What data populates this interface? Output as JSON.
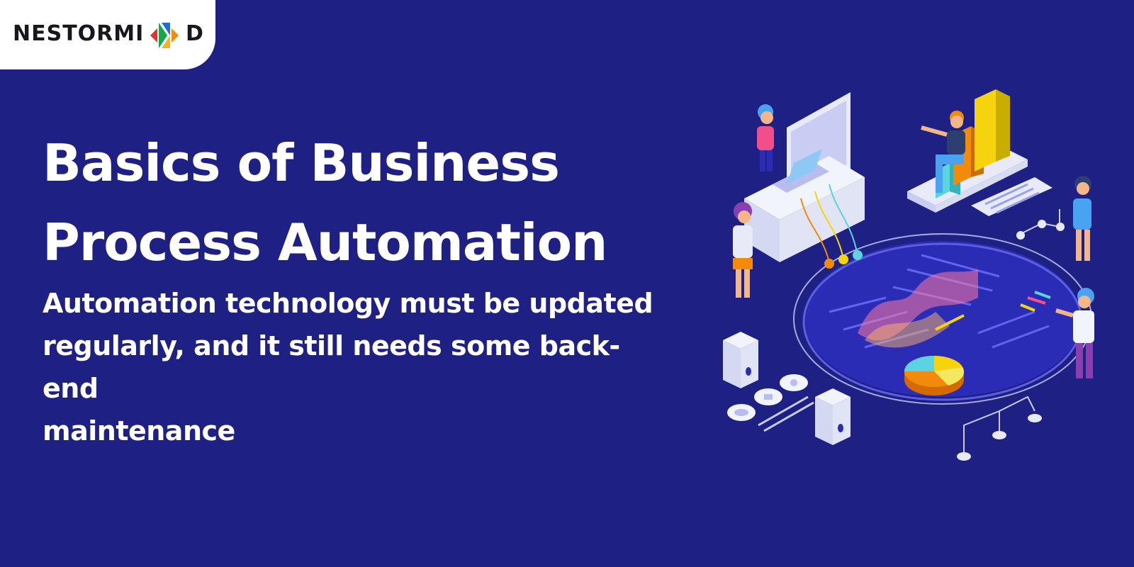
{
  "brand": {
    "logo_text": "NESTORMI",
    "logo_end": "D",
    "mark_colors": [
      "#e5312f",
      "#f7b21b",
      "#19a44b",
      "#1f6fd1",
      "#7a3fb6"
    ]
  },
  "hero": {
    "title_line1": "Basics of Business",
    "title_line2": "Process Automation",
    "subtitle_line1": "Automation technology must be  updated",
    "subtitle_line2": "regularly, and it still needs some back-end",
    "subtitle_line3": "maintenance"
  },
  "colors": {
    "background": "#1e2083",
    "platform": "#2e2fb0",
    "panel": "#e8ebf7",
    "accent_yellow": "#f5d40f",
    "accent_orange": "#f28a0c",
    "accent_cyan": "#59d4e0"
  },
  "illustration": {
    "icons": [
      "isometric-platform",
      "bar-chart-icon",
      "pie-chart-icon",
      "monitor-icon",
      "laptop-icon",
      "server-icon",
      "cloud-icon",
      "gear-icon",
      "lock-icon",
      "person-icon"
    ]
  }
}
